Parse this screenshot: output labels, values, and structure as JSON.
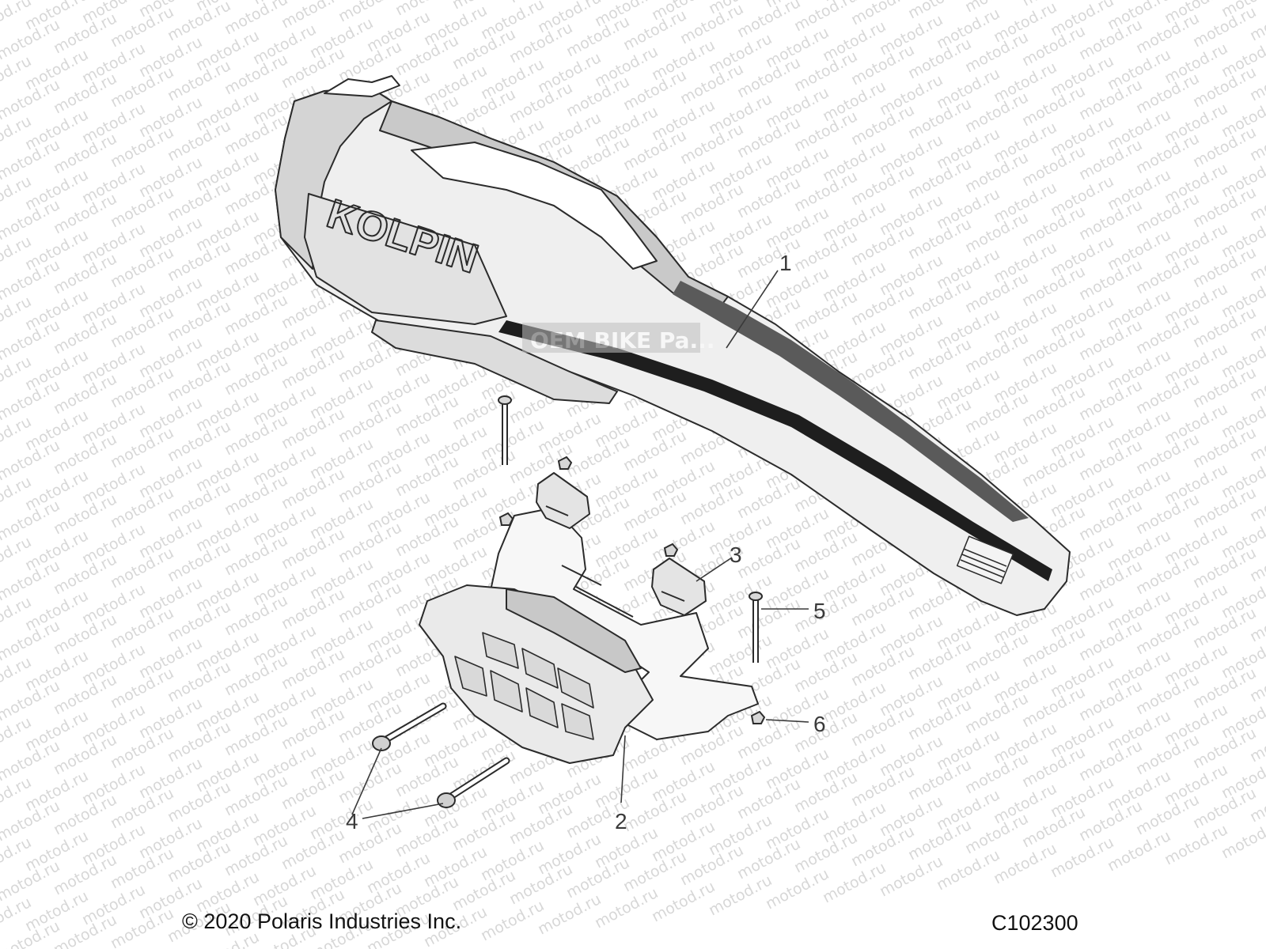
{
  "footer": {
    "copyright": "© 2020 Polaris Industries Inc.",
    "drawing_number": "C102300"
  },
  "watermark": {
    "text": "motod.ru",
    "stamp": "OEM BIKE Pa..."
  },
  "case_label": {
    "brand": "KOLPIN"
  },
  "callouts": [
    {
      "id": "1",
      "part": "gun case"
    },
    {
      "id": "2",
      "part": "mount base"
    },
    {
      "id": "3",
      "part": "clamp bracket"
    },
    {
      "id": "4",
      "part": "long bolts"
    },
    {
      "id": "5",
      "part": "bolt"
    },
    {
      "id": "6",
      "part": "nut"
    }
  ],
  "colors": {
    "line": "#2b2b2b",
    "case_light": "#efefef",
    "case_mid": "#c9c9c9",
    "case_dark": "#5a5a5a",
    "stripe": "#1e1e1e"
  }
}
